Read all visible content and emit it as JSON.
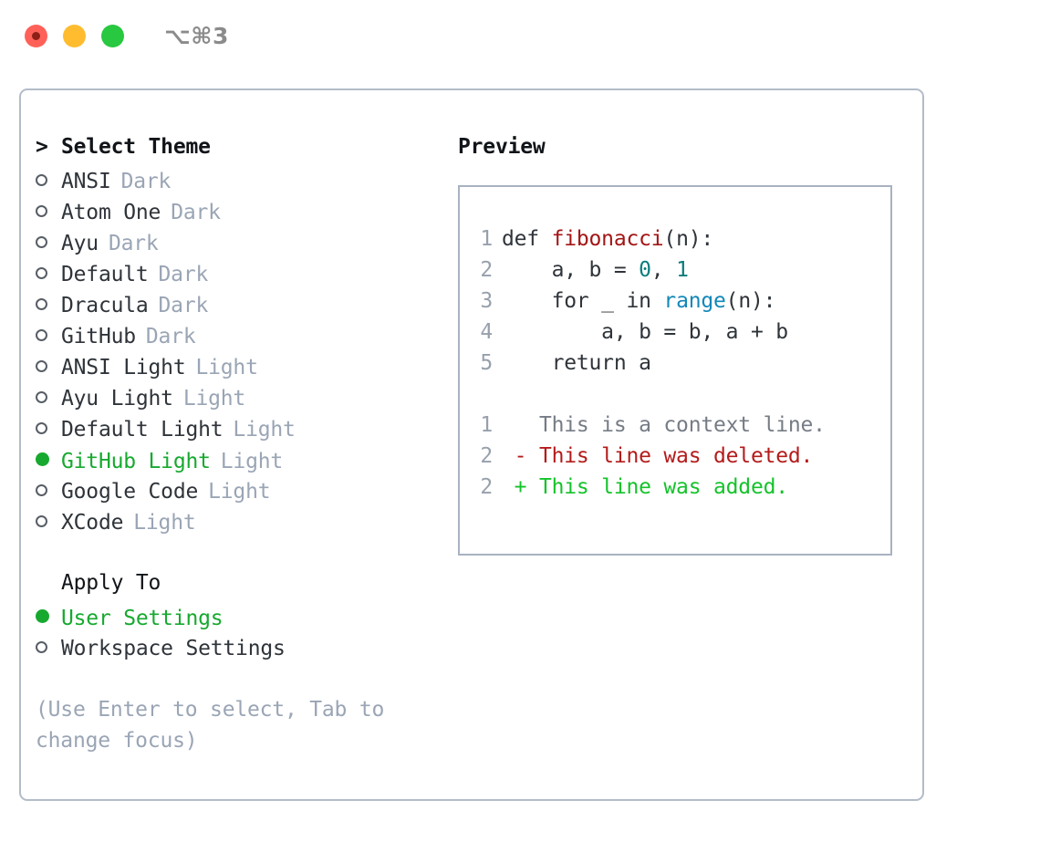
{
  "titlebar": {
    "shortcut": "⌥⌘3",
    "lights": [
      {
        "name": "close",
        "color": "#ff6158"
      },
      {
        "name": "minimize",
        "color": "#febc2e"
      },
      {
        "name": "maximize",
        "color": "#28c840"
      }
    ]
  },
  "theme_picker": {
    "caret": ">",
    "heading": "Select Theme",
    "radio_empty": "○",
    "radio_filled": "●",
    "selected_color": "#17a92f",
    "tag_color": "#9aa5b5",
    "items": [
      {
        "label": "ANSI",
        "tag": "Dark",
        "selected": false
      },
      {
        "label": "Atom One",
        "tag": "Dark",
        "selected": false
      },
      {
        "label": "Ayu",
        "tag": "Dark",
        "selected": false
      },
      {
        "label": "Default",
        "tag": "Dark",
        "selected": false
      },
      {
        "label": "Dracula",
        "tag": "Dark",
        "selected": false
      },
      {
        "label": "GitHub",
        "tag": "Dark",
        "selected": false
      },
      {
        "label": "ANSI Light",
        "tag": "Light",
        "selected": false
      },
      {
        "label": "Ayu Light",
        "tag": "Light",
        "selected": false
      },
      {
        "label": "Default Light",
        "tag": "Light",
        "selected": false
      },
      {
        "label": "GitHub Light",
        "tag": "Light",
        "selected": true
      },
      {
        "label": "Google Code",
        "tag": "Light",
        "selected": false
      },
      {
        "label": "XCode",
        "tag": "Light",
        "selected": false
      }
    ]
  },
  "apply_to": {
    "heading": "Apply To",
    "items": [
      {
        "label": "User Settings",
        "selected": true
      },
      {
        "label": "Workspace Settings",
        "selected": false
      }
    ]
  },
  "hint": "(Use Enter to select, Tab to change focus)",
  "preview": {
    "title": "Preview",
    "code_lines": [
      {
        "num": "1",
        "parts": [
          {
            "t": "def ",
            "c": "plain"
          },
          {
            "t": "fibonacci",
            "c": "fn"
          },
          {
            "t": "(n):",
            "c": "plain"
          }
        ]
      },
      {
        "num": "2",
        "parts": [
          {
            "t": "    a, b = ",
            "c": "plain"
          },
          {
            "t": "0",
            "c": "num"
          },
          {
            "t": ", ",
            "c": "plain"
          },
          {
            "t": "1",
            "c": "num"
          }
        ]
      },
      {
        "num": "3",
        "parts": [
          {
            "t": "    for _ in ",
            "c": "plain"
          },
          {
            "t": "range",
            "c": "bi"
          },
          {
            "t": "(n):",
            "c": "plain"
          }
        ]
      },
      {
        "num": "4",
        "parts": [
          {
            "t": "        a, b = b, a + b",
            "c": "plain"
          }
        ]
      },
      {
        "num": "5",
        "parts": [
          {
            "t": "    return a",
            "c": "plain"
          }
        ]
      }
    ],
    "diff_lines": [
      {
        "num": "1",
        "marker": " ",
        "text": "This is a context line.",
        "kind": "ctx"
      },
      {
        "num": "2",
        "marker": "-",
        "text": "This line was deleted.",
        "kind": "del"
      },
      {
        "num": "2",
        "marker": "+",
        "text": "This line was added.",
        "kind": "add"
      }
    ]
  }
}
